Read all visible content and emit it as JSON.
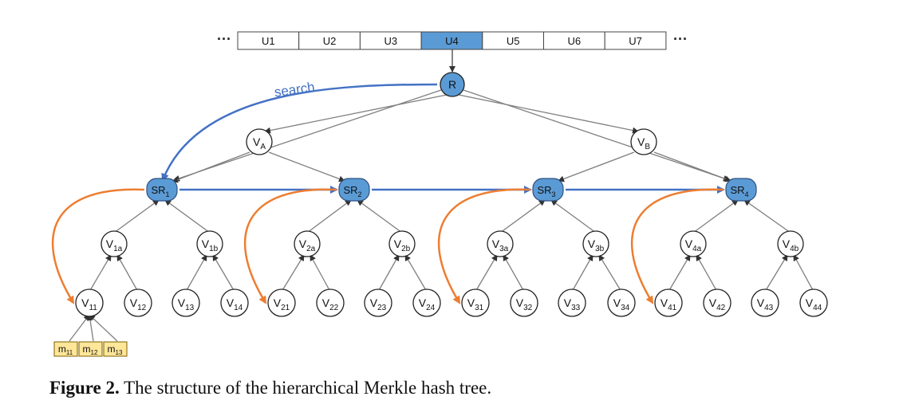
{
  "users": {
    "left_ellipsis": "···",
    "right_ellipsis": "···",
    "cells": [
      {
        "label": "U1",
        "highlight": false
      },
      {
        "label": "U2",
        "highlight": false
      },
      {
        "label": "U3",
        "highlight": false
      },
      {
        "label": "U4",
        "highlight": true
      },
      {
        "label": "U5",
        "highlight": false
      },
      {
        "label": "U6",
        "highlight": false
      },
      {
        "label": "U7",
        "highlight": false
      }
    ]
  },
  "search_label": "search",
  "root": {
    "label": "R"
  },
  "tree": {
    "mid": [
      {
        "base": "V",
        "sub": "A"
      },
      {
        "base": "V",
        "sub": "B"
      }
    ],
    "subroots": [
      {
        "base": "SR",
        "sub": "1"
      },
      {
        "base": "SR",
        "sub": "2"
      },
      {
        "base": "SR",
        "sub": "3"
      },
      {
        "base": "SR",
        "sub": "4"
      }
    ],
    "level2": [
      {
        "base": "V",
        "sub": "1a"
      },
      {
        "base": "V",
        "sub": "1b"
      },
      {
        "base": "V",
        "sub": "2a"
      },
      {
        "base": "V",
        "sub": "2b"
      },
      {
        "base": "V",
        "sub": "3a"
      },
      {
        "base": "V",
        "sub": "3b"
      },
      {
        "base": "V",
        "sub": "4a"
      },
      {
        "base": "V",
        "sub": "4b"
      }
    ],
    "leaves": [
      {
        "base": "V",
        "sub": "11"
      },
      {
        "base": "V",
        "sub": "12"
      },
      {
        "base": "V",
        "sub": "13"
      },
      {
        "base": "V",
        "sub": "14"
      },
      {
        "base": "V",
        "sub": "21"
      },
      {
        "base": "V",
        "sub": "22"
      },
      {
        "base": "V",
        "sub": "23"
      },
      {
        "base": "V",
        "sub": "24"
      },
      {
        "base": "V",
        "sub": "31"
      },
      {
        "base": "V",
        "sub": "32"
      },
      {
        "base": "V",
        "sub": "33"
      },
      {
        "base": "V",
        "sub": "34"
      },
      {
        "base": "V",
        "sub": "41"
      },
      {
        "base": "V",
        "sub": "42"
      },
      {
        "base": "V",
        "sub": "43"
      },
      {
        "base": "V",
        "sub": "44"
      }
    ],
    "messages": [
      {
        "base": "m",
        "sub": "11"
      },
      {
        "base": "m",
        "sub": "12"
      },
      {
        "base": "m",
        "sub": "13"
      }
    ]
  },
  "colors": {
    "highlight_fill": "#5b9bd5",
    "search_arrow": "#4472c4",
    "orange_arrow": "#ed7d31",
    "message_fill": "#ffe699",
    "edge": "#7f7f7f"
  },
  "caption": {
    "label": "Figure 2.",
    "text": "The structure of the hierarchical Merkle hash tree."
  }
}
